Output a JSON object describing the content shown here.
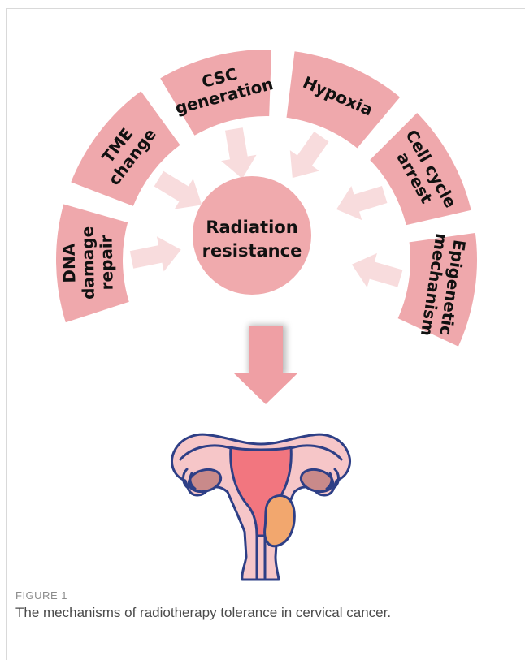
{
  "figure": {
    "center_label_line1": "Radiation",
    "center_label_line2": "resistance",
    "mechanisms": [
      {
        "lines": [
          "DNA",
          "damage",
          "repair"
        ]
      },
      {
        "lines": [
          "TME",
          "change"
        ]
      },
      {
        "lines": [
          "CSC",
          "generation"
        ]
      },
      {
        "lines": [
          "Hypoxia"
        ]
      },
      {
        "lines": [
          "Cell cycle",
          "arrest"
        ]
      },
      {
        "lines": [
          "Epigenetic",
          "mechanism"
        ]
      }
    ],
    "colors": {
      "segment_fill": "#efa8ac",
      "center_fill": "#f0aaad",
      "arrow_light": "#f8dcdd",
      "arrow_main": "#ef9fa4",
      "uterus_outline": "#2e3f86",
      "uterus_body": "#f2767f",
      "uterus_light": "#f6c6c8",
      "ovary": "#c98a8a",
      "tumor": "#f2a76e"
    }
  },
  "caption": {
    "tag": "FIGURE 1",
    "text": "The mechanisms of radiotherapy tolerance in cervical cancer."
  }
}
